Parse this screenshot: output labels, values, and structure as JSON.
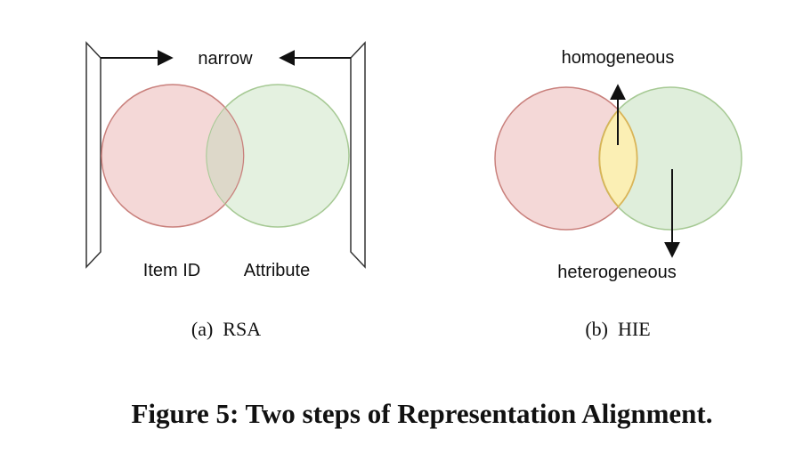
{
  "panel_a": {
    "top_label": "narrow",
    "left_label": "Item ID",
    "right_label": "Attribute",
    "caption": "(a)  RSA"
  },
  "panel_b": {
    "top_label": "homogeneous",
    "bottom_label": "heterogeneous",
    "caption": "(b)  HIE"
  },
  "figure_caption": "Figure 5: Two steps of Representation Alignment.",
  "colors": {
    "red_fill": "#f4d8d7",
    "red_stroke": "#c9807c",
    "green_fill": "#dfeedb",
    "green_stroke": "#a6c994",
    "yellow_fill": "#fbefb4",
    "yellow_stroke": "#d9b457",
    "overlap_fill": "#ddd8c9",
    "line": "#111111"
  }
}
